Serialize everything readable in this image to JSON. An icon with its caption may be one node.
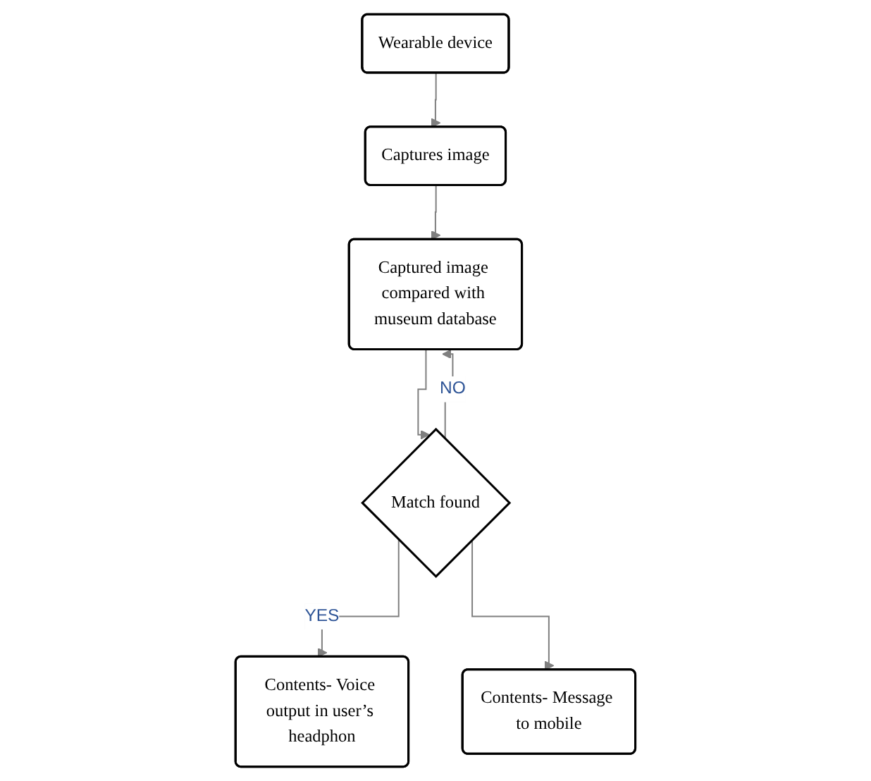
{
  "diagram": {
    "nodes": [
      {
        "text": [
          "Wearable device"
        ]
      },
      {
        "text": [
          "Captures image"
        ]
      },
      {
        "text": [
          "Captured image compared with museum database"
        ]
      },
      {
        "text": [
          "Match found"
        ]
      },
      {
        "text": [
          "Contents- Voice output in user’s headphon"
        ]
      },
      {
        "text": [
          "Contents- Message to mobile"
        ]
      }
    ],
    "edges": [
      {
        "from": 0,
        "to": 1,
        "arrow": "to"
      },
      {
        "from": 1,
        "to": 2,
        "arrow": "to"
      },
      {
        "from": 2,
        "to": 3,
        "arrow": "to"
      },
      {
        "from": 3,
        "to": 2,
        "arrow": "to",
        "label": "NO"
      },
      {
        "from": 3,
        "to": 4,
        "arrow": "to",
        "label": "YES"
      },
      {
        "from": 3,
        "to": 5,
        "arrow": "to"
      }
    ]
  }
}
